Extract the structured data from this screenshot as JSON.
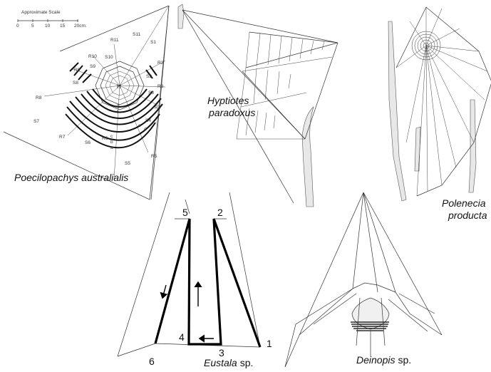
{
  "panels": {
    "poecilopachys": {
      "species": "Poecilopachys australialis",
      "scale_label": "Approximate Scale",
      "scale_ticks": [
        "0",
        "5",
        "10",
        "15",
        "20cm."
      ],
      "hub_label": "H",
      "radius_labels": [
        "R1",
        "R2",
        "R3",
        "R4",
        "R5",
        "R6",
        "R7",
        "R8",
        "R9",
        "R10",
        "R11"
      ],
      "sector_labels": [
        "S1",
        "S2",
        "S3",
        "S4",
        "S5",
        "S6",
        "S7",
        "S8",
        "S9",
        "S10",
        "S11"
      ],
      "spiral_marks": [
        "a",
        "b",
        "c",
        "d",
        "e",
        "f",
        "g"
      ]
    },
    "hyptiotes": {
      "species": "Hyptiotes paradoxus",
      "line1": "Hyptiotes",
      "line2": "paradoxus"
    },
    "polenecia": {
      "species": "Polenecia producta",
      "line1": "Polenecia",
      "line2": "producta"
    },
    "eustala": {
      "genus": "Eustala",
      "suffix": "sp.",
      "step_numbers": [
        "1",
        "2",
        "3",
        "4",
        "5",
        "6"
      ],
      "arrows": [
        "down",
        "up",
        "left"
      ]
    },
    "deinopis": {
      "genus": "Deinopis",
      "suffix": "sp."
    }
  }
}
